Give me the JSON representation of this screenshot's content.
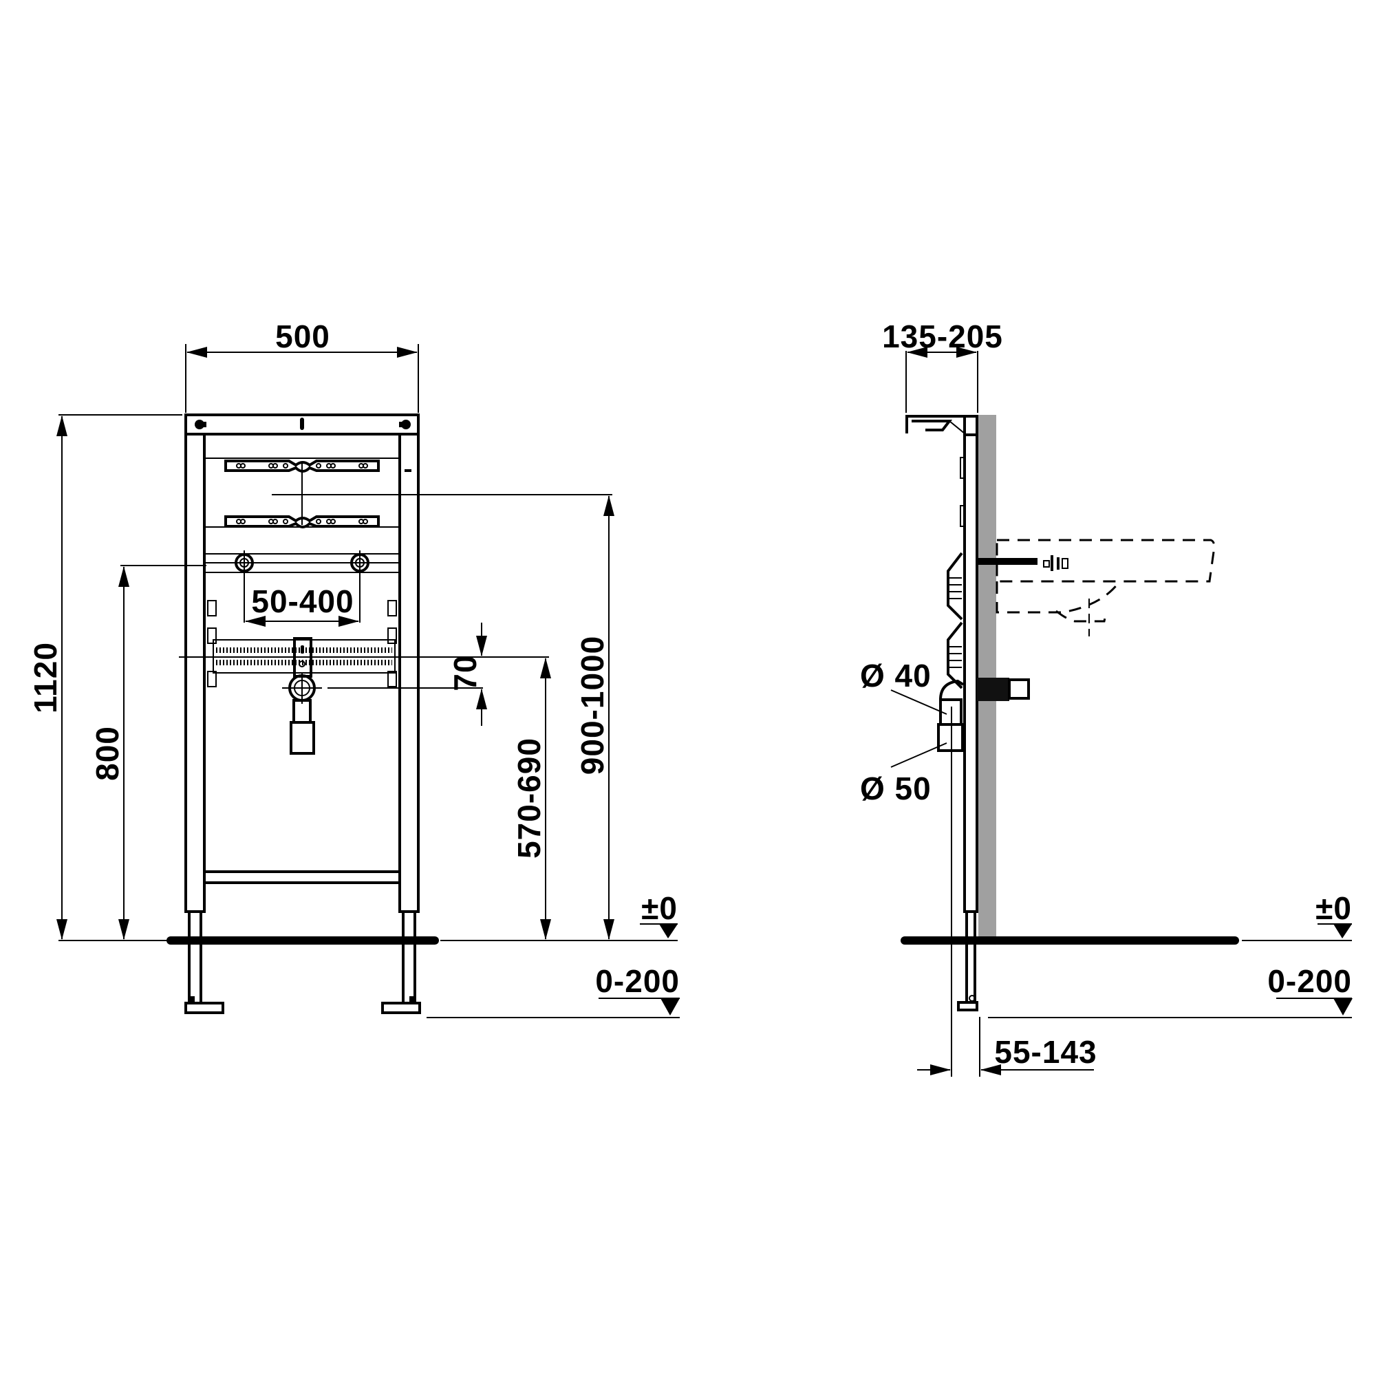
{
  "drawing": {
    "type": "technical-installation-drawing",
    "views": [
      "front-elevation",
      "side-elevation"
    ],
    "colors": {
      "line": "#000000",
      "wall": "#a0a0a0",
      "background": "#ffffff"
    }
  },
  "front_view": {
    "width_label": "500",
    "height_total_label": "1120",
    "supply_height_label": "800",
    "supply_spacing_label": "50-400",
    "drain_offset_label": "70",
    "drain_height_label": "570-690",
    "basin_height_label": "900-1000",
    "floor_level_label": "±0",
    "foot_adjust_label": "0-200"
  },
  "side_view": {
    "depth_label": "135-205",
    "drain_inner_diameter_label": "Ø 40",
    "drain_outer_diameter_label": "Ø 50",
    "foot_depth_label": "55-143",
    "floor_level_label": "±0",
    "foot_adjust_label": "0-200"
  }
}
